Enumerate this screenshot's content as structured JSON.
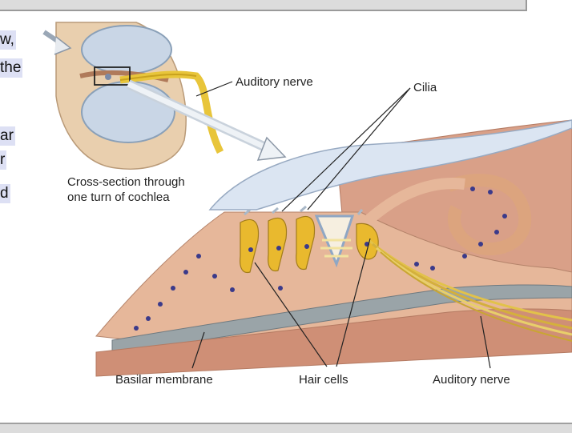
{
  "slide_text_fragments": [
    "w,",
    "the",
    "ar",
    "r",
    "d"
  ],
  "figure": {
    "inset_caption": "Cross-section through\none turn of cochlea",
    "labels": {
      "auditory_nerve_top": "Auditory nerve",
      "cilia": "Cilia",
      "basilar_membrane": "Basilar membrane",
      "hair_cells": "Hair cells",
      "auditory_nerve_bottom": "Auditory nerve"
    }
  }
}
